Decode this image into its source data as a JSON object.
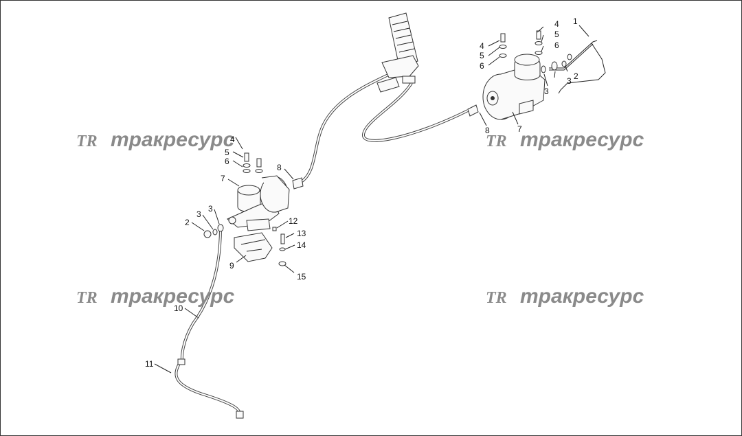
{
  "watermarks": [
    {
      "logo": "TR",
      "text": "тракресурс"
    },
    {
      "logo": "TR",
      "text": "тракресурс"
    },
    {
      "logo": "TR",
      "text": "тракресурс"
    },
    {
      "logo": "TR",
      "text": "тракресурс"
    }
  ],
  "callouts": [
    "1",
    "2",
    "3",
    "3",
    "4",
    "5",
    "6",
    "7",
    "8",
    "4",
    "5",
    "6",
    "2",
    "3",
    "3",
    "4",
    "5",
    "6",
    "7",
    "8",
    "9",
    "10",
    "11",
    "12",
    "13",
    "14",
    "15"
  ],
  "colors": {
    "line": "#222222",
    "watermark": "#8a8a8a",
    "background": "#ffffff"
  }
}
